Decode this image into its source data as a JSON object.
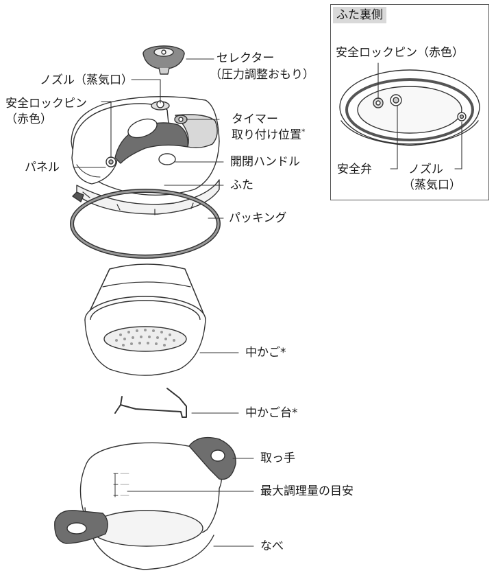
{
  "labels": {
    "selector_line1": "セレクター",
    "selector_line2": "（圧力調整おもり）",
    "nozzle": "ノズル（蒸気口）",
    "lock_pin_line1": "安全ロックピン",
    "lock_pin_line2": "（赤色）",
    "timer_line1": "タイマー",
    "timer_line2": "取り付け位置",
    "timer_mark": "*",
    "panel": "パネル",
    "handle": "開閉ハンドル",
    "lid": "ふた",
    "packing": "パッキング",
    "basket": "中かご*",
    "basket_stand": "中かご台*",
    "grip": "取っ手",
    "max_line": "最大調理量の目安",
    "pot": "なべ"
  },
  "inset": {
    "title": "ふた裏側",
    "lock_pin": "安全ロックピン（赤色）",
    "safety_valve": "安全弁",
    "nozzle_line1": "ノズル",
    "nozzle_line2": "（蒸気口）"
  },
  "colors": {
    "outline": "#333333",
    "dark_gray": "#6e6e6e",
    "mid_gray": "#a8a8a8",
    "light_gray": "#e6e6e6"
  }
}
